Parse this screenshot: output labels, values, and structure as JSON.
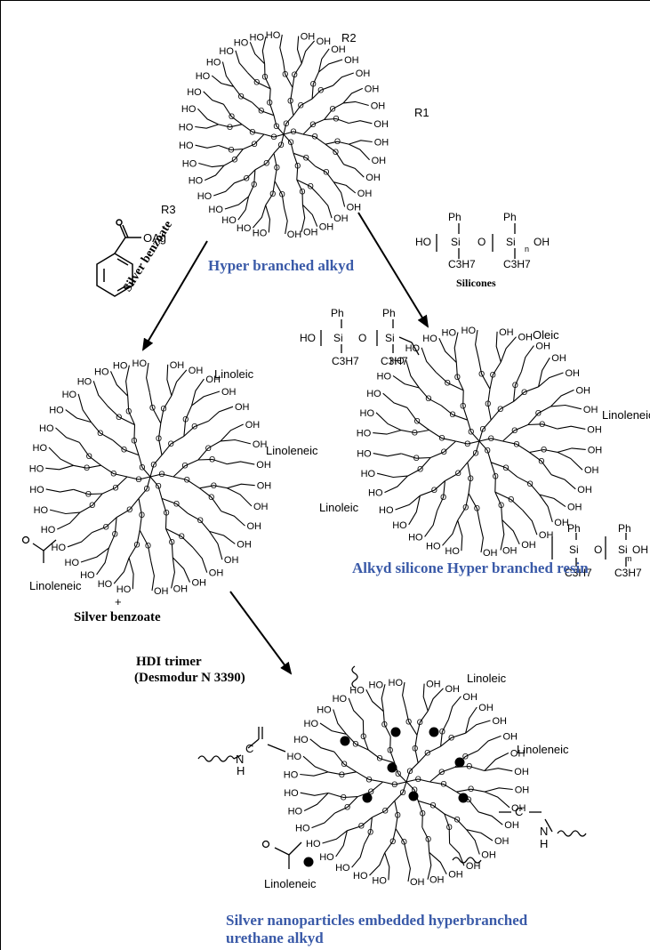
{
  "colors": {
    "title": "#3a5aa8",
    "ink": "#000000"
  },
  "labels": {
    "hyperbranched_alkyd": "Hyper branched alkyd",
    "silver_benzoate_arrow": "Silver benzoate",
    "silicones": "Silicones",
    "alkyd_silicone": "Alkyd silicone Hyper branched resin",
    "plus": "+",
    "silver_benzoate": "Silver benzoate",
    "hdi_line1": "HDI trimer",
    "hdi_line2": "(Desmodur N 3390)",
    "final_line1": "Silver nanoparticles embedded hyperbranched",
    "final_line2": "urethane alkyd"
  },
  "structure_labels": {
    "r1": "R1",
    "r2": "R2",
    "r3": "R3",
    "oag": "OAg",
    "ph": "Ph",
    "si": "Si",
    "o": "O",
    "oh": "OH",
    "ho": "HO",
    "c3h7": "C3H7",
    "n_sub": "n",
    "m_sub": "m",
    "oleic": "Oleic",
    "linoleic": "Linoleic",
    "linoleneic": "Linoleneic",
    "carbonyl_c": "C",
    "amine_n": "N",
    "amine_h": "H"
  }
}
